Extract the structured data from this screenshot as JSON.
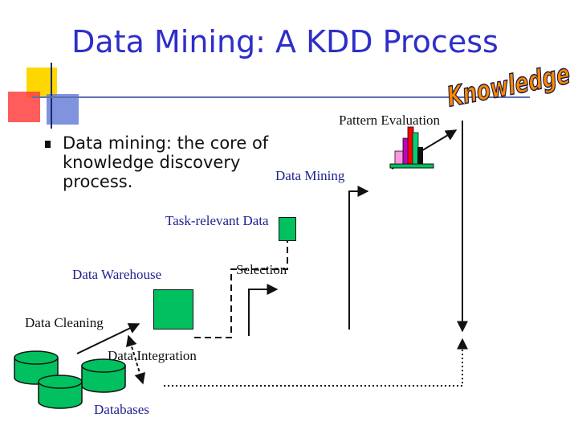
{
  "title": "Data Mining: A KDD Process",
  "wordart": "Knowledge",
  "bullet": "Data mining: the core of knowledge discovery process.",
  "labels": {
    "pattern_evaluation": "Pattern Evaluation",
    "data_mining": "Data Mining",
    "task_relevant_data": "Task-relevant Data",
    "data_warehouse": "Data Warehouse",
    "selection": "Selection",
    "data_cleaning": "Data Cleaning",
    "data_integration": "Data Integration",
    "databases": "Databases"
  },
  "colors": {
    "title": "#2e2ec8",
    "green": "#00c060",
    "wordart_fill": "#ff8800",
    "wordart_outline": "#1a1a40",
    "deco_yellow": "#ffd700",
    "deco_red": "#ff3030",
    "deco_blue": "#3050c0"
  }
}
